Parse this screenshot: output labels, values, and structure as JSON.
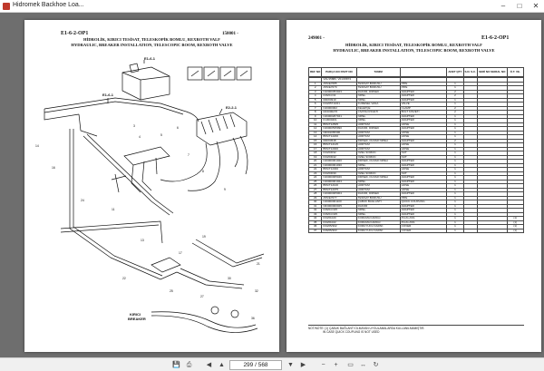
{
  "window": {
    "title": "Hidromek Backhoe Loa...",
    "minimize": "–",
    "maximize": "□",
    "close": "✕"
  },
  "left_page": {
    "code": "E1-6-2-OP1",
    "ref": "150001 -",
    "title_tr": "HİDROLİK, KIRICI TESİSAT, TELESKOPİK BOMLU, REXROTH VALF",
    "title_en": "HYDRAULIC, BREAKER INSTALLATION, TELESCOPIC BOOM, REXROTH VALVE",
    "labels": {
      "e16_1_top": "E1-6-1",
      "e16_1_left": "E1-6-1",
      "e22_1": "E2-2-1",
      "breaker_tr": "KIRICI",
      "breaker_en": "BREAKER"
    }
  },
  "right_page": {
    "ref": "249001 -",
    "code": "E1-6-2-OP1",
    "title_tr": "HİDROLİK, KIRICI TESİSAT, TELESKOPİK BOMLU, REXROTH VALF",
    "title_en": "HYDRAULIC, BREAKER INSTALLATION, TELESCOPIC BOOM, REXROTH VALVE",
    "columns": [
      "REF NO",
      "PARÇA NO PART NO",
      "TANIM",
      "",
      "ADET QTY",
      "S.N. S.C.",
      "SERİ NO SERIAL NO",
      "Ö.T. VE."
    ],
    "rows": [
      [
        "",
        "",
        "",
        "",
        "",
        "",
        "",
        ""
      ],
      [
        "",
        "V01/15880, V01/15874",
        "",
        "",
        "",
        "",
        "",
        ""
      ],
      [
        "1",
        "A5S/E7085",
        "TESİSAT BORUSU",
        "PIPE",
        "1",
        "",
        "",
        ""
      ],
      [
        "2",
        "A5S/E7079",
        "TESİSAT BORUSU",
        "PIPE",
        "1",
        "",
        "",
        ""
      ],
      [
        "3",
        "N10000353023",
        "RAKOR, DİRSEK",
        "ADAPTER",
        "2",
        "",
        "",
        ""
      ],
      [
        "4",
        "F06/04 D2",
        "NİPEL",
        "ADAPTER",
        "2",
        "",
        "",
        ""
      ],
      [
        "5",
        "000/04919",
        "NİPEL",
        "ADAPTER",
        "1",
        "",
        "",
        ""
      ],
      [
        "6",
        "F04/05710/21",
        "KÜRESEL VANA",
        "VALVE",
        "1",
        "",
        "",
        ""
      ],
      [
        "7",
        "N19000002",
        "KELEPÇE",
        "CLAMP",
        "2",
        "",
        "",
        ""
      ],
      [
        "8",
        "M21000270",
        "CIVATA KİSVETİ",
        "BOLT KİSVETİ",
        "2",
        "",
        "",
        ""
      ],
      [
        "9",
        "N16000267041",
        "NİPEL",
        "ADAPTER",
        "1",
        "",
        "",
        ""
      ],
      [
        "10",
        "F13000401",
        "NİPEL",
        "ADAPTER",
        "1",
        "",
        "",
        ""
      ],
      [
        "11",
        "B5S/T12505",
        "HORTUM",
        "HOSE",
        "1",
        "",
        "",
        ""
      ],
      [
        "12",
        "N19000535990",
        "RAKOR, DİRSEK",
        "ADAPTER",
        "1",
        "",
        "",
        ""
      ],
      [
        "13",
        "N0001065300",
        "HORTUM",
        "HOSE",
        "1",
        "",
        "",
        ""
      ],
      [
        "14",
        "B5S/T12200",
        "HORTUM",
        "HOSE",
        "1",
        "",
        "",
        ""
      ],
      [
        "15",
        "000/04548",
        "DİRSEK, DUVAR NİPELİ",
        "ADAPTER",
        "2",
        "",
        "",
        ""
      ],
      [
        "16",
        "B5S/T12125",
        "HORTUM",
        "HOSE",
        "1",
        "",
        "",
        ""
      ],
      [
        "17",
        "B5S/T12000",
        "HORTUM",
        "HOSE",
        "1",
        "",
        "",
        ""
      ],
      [
        "18",
        "F04/03032",
        "ÖZEL SOMUN",
        "NUT",
        "1",
        "",
        "",
        ""
      ],
      [
        "19",
        "F04/03042",
        "ÖZEL SOMUN",
        "NUT",
        "1",
        "",
        "",
        ""
      ],
      [
        "20",
        "N19000001020",
        "DİRSEK, DUVAR NİPELİ",
        "ADAPTER",
        "1",
        "",
        "",
        ""
      ],
      [
        "21",
        "N19000001030",
        "NİPEL",
        "ADAPTER",
        "1",
        "",
        "",
        ""
      ],
      [
        "22",
        "B5S/T12300",
        "HORTUM",
        "HOSE",
        "1",
        "",
        "",
        ""
      ],
      [
        "23",
        "F04/03030",
        "ÖZEL SOMUN",
        "NUT",
        "1",
        "",
        "",
        ""
      ],
      [
        "24",
        "N19000005046",
        "DİRSEK, DUVAR NİPELİ",
        "ADAPTER",
        "1",
        "",
        "",
        ""
      ],
      [
        "25",
        "N19000001024",
        "NİPEL",
        "ADAPTER",
        "1",
        "",
        "",
        ""
      ],
      [
        "26",
        "B5S/T12100",
        "HORTUM",
        "HOSE",
        "1",
        "",
        "",
        ""
      ],
      [
        "27",
        "B5S/T12075",
        "HORTUM",
        "HOSE",
        "1",
        "",
        "",
        ""
      ],
      [
        "28",
        "N19000005004",
        "RAKOR, DİRSEK",
        "ADAPTER",
        "1",
        "",
        "",
        ""
      ],
      [
        "29",
        "A5S/E7077",
        "TESİSAT BORUSU",
        "PIPE",
        "1",
        "",
        "",
        ""
      ],
      [
        "30",
        "N19000001100",
        "ÇABUK BAĞLANTI",
        "QUICK COUPLING",
        "1",
        "",
        "",
        ""
      ],
      [
        "31",
        "N03000000025",
        "RAKOR",
        "ADAPTER",
        "1",
        "",
        "",
        ""
      ],
      [
        "32",
        "F06/04 D25",
        "NİPEL",
        "ADAPTER",
        "1",
        "",
        "",
        ""
      ],
      [
        "33",
        "F06/04 D25",
        "NİPEL",
        "ADAPTER",
        "1",
        "",
        "",
        ""
      ],
      [
        "34",
        "F04/01020",
        "KORUMA KAPAĞI",
        "PLUG ASS",
        "1",
        "",
        "",
        "(1)"
      ],
      [
        "35",
        "F04/01022",
        "KORUMA KAPAĞI",
        "PLUG ASS",
        "1",
        "",
        "",
        "(1)"
      ],
      [
        "36",
        "F04/05/302",
        "KORUYUCU KAPAK",
        "COVER",
        "1",
        "",
        "",
        "(1)"
      ],
      [
        "37",
        "F06/05/303",
        "KORUYUCU KAPAK",
        "COVER",
        "1",
        "",
        "",
        "(1)"
      ]
    ],
    "note_label": "NOT/NOTE:",
    "note_tr": "(1) ÇABUK BAĞLANTI OLMAYAN UYGULAMALARDA KULLANILMAMIŞTIR.",
    "note_en": "IN CASE QUICK COUPLING IS NOT USED"
  },
  "toolbar": {
    "page_indicator": "299 / 568",
    "icons": [
      "save-icon",
      "print-icon",
      "prev-page-icon",
      "next-page-icon",
      "zoom-out-icon",
      "zoom-in-icon",
      "fit-page-icon",
      "fit-width-icon",
      "rotate-icon"
    ]
  },
  "colors": {
    "viewer_bg": "#6e6e6e",
    "page_bg": "#ffffff",
    "line": "#111111"
  }
}
